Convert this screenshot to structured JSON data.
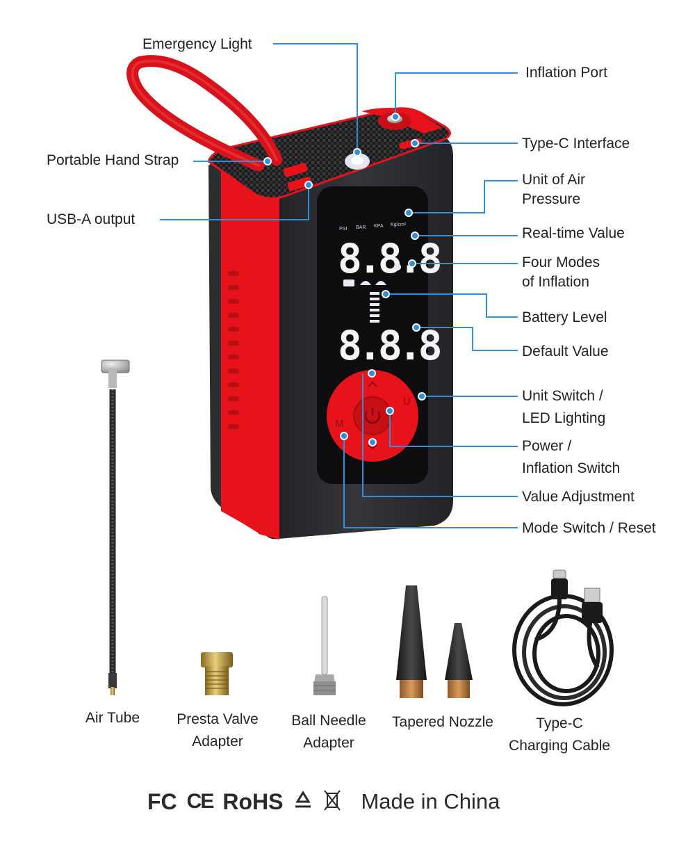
{
  "callouts": {
    "emergency_light": "Emergency Light",
    "inflation_port": "Inflation Port",
    "portable_hand_strap": "Portable Hand Strap",
    "type_c_interface": "Type-C Interface",
    "usb_a_output": "USB-A output",
    "unit_of_air_pressure": [
      "Unit of Air",
      "Pressure"
    ],
    "real_time_value": "Real-time Value",
    "four_modes": [
      "Four Modes",
      "of Inflation"
    ],
    "battery_level": "Battery Level",
    "default_value": "Default Value",
    "unit_switch": [
      "Unit Switch /",
      "LED Lighting"
    ],
    "power_switch": [
      "Power /",
      "Inflation Switch"
    ],
    "value_adjustment": "Value Adjustment",
    "mode_switch": "Mode Switch / Reset"
  },
  "display": {
    "units": [
      "PSI",
      "BAR",
      "KPA",
      "Kg/cm²"
    ],
    "realtime_digits": "8.8.8",
    "default_digits": "8.8.8",
    "button_letters": {
      "mode": "M",
      "unit": "U"
    }
  },
  "accessories": [
    {
      "label": [
        "Air Tube"
      ]
    },
    {
      "label": [
        "Presta Valve",
        "Adapter"
      ]
    },
    {
      "label": [
        "Ball Needle",
        "Adapter"
      ]
    },
    {
      "label": [
        "Tapered Nozzle"
      ]
    },
    {
      "label": [
        "Type-C",
        "Charging Cable"
      ]
    }
  ],
  "certifications": {
    "marks": [
      "FC",
      "CE",
      "RoHS"
    ],
    "icons": [
      "recycle-icon",
      "weee-bin-icon"
    ],
    "origin": "Made in China"
  },
  "colors": {
    "accent_red": "#e8121b",
    "body_dark": "#2c2d30",
    "callout_line": "#2f8fd8"
  }
}
